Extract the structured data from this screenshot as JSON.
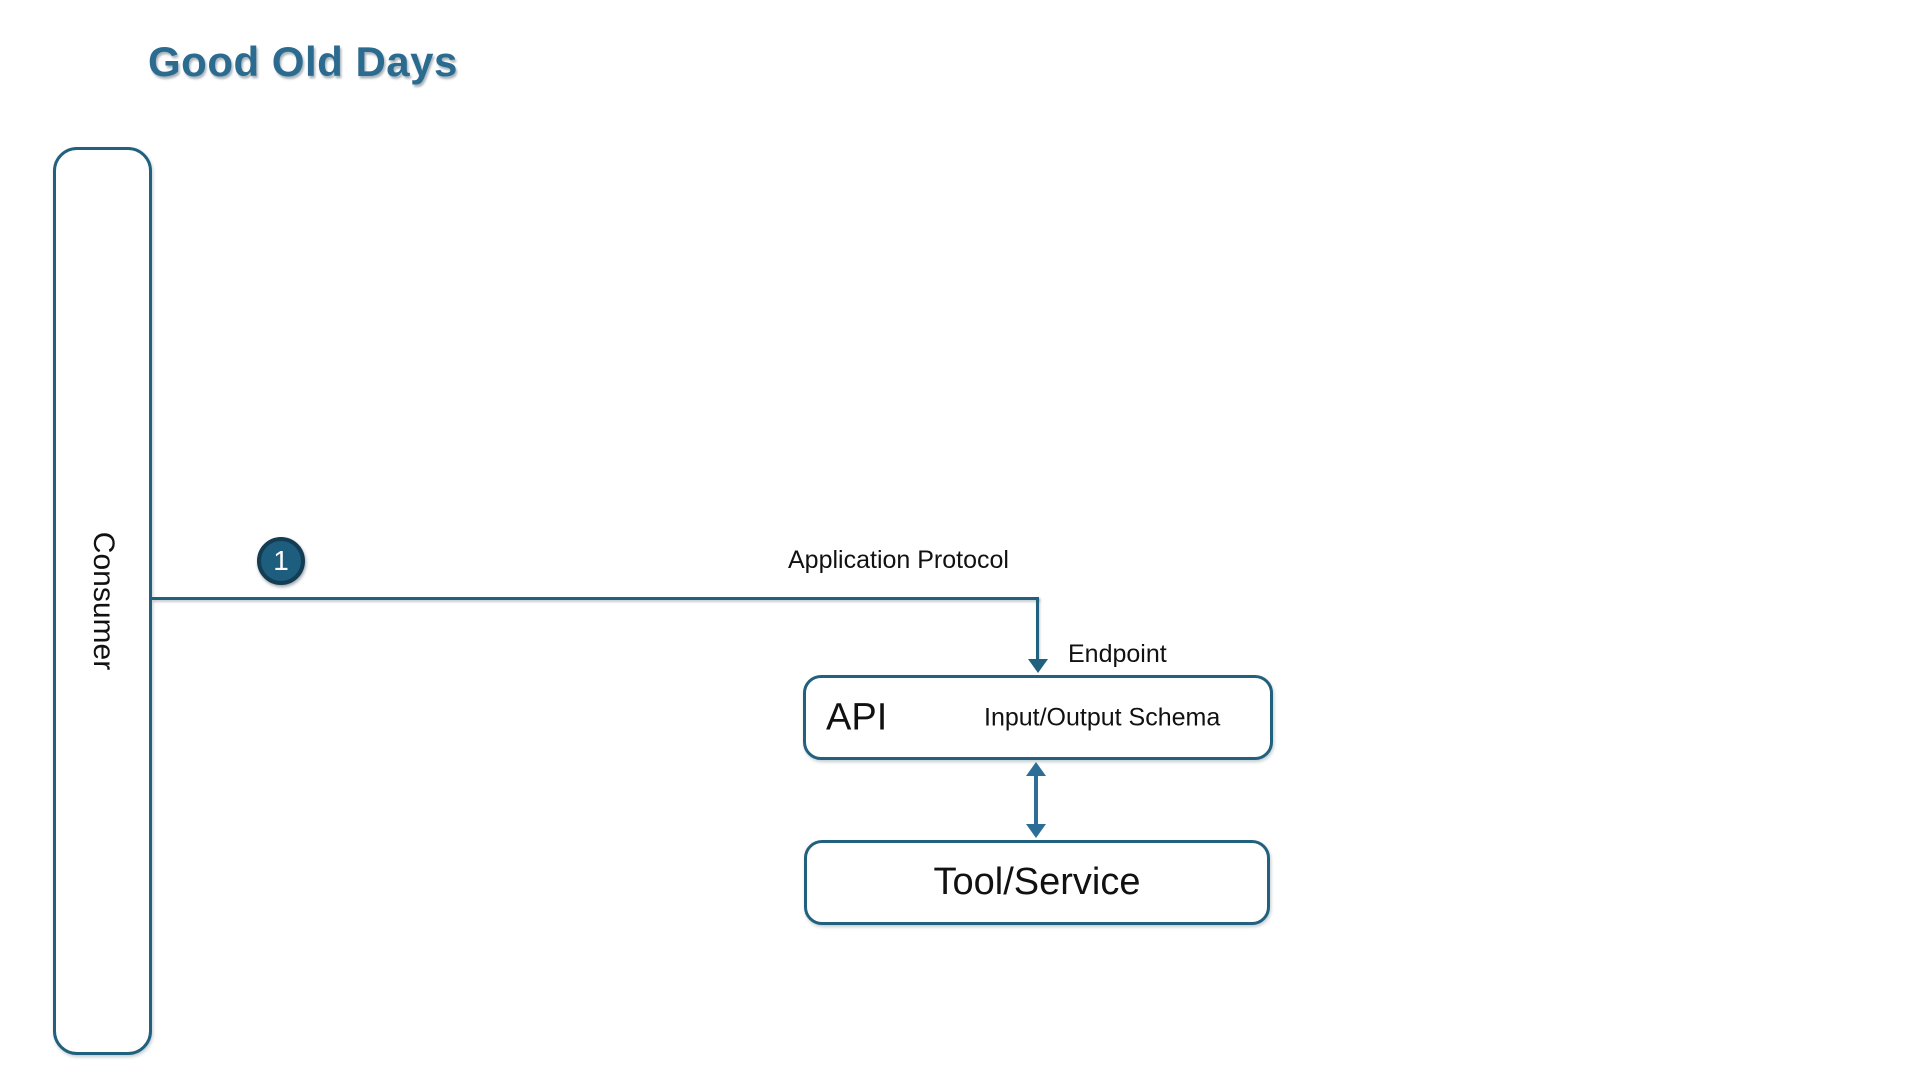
{
  "title": "Good Old Days",
  "colors": {
    "accent": "#21617e",
    "accent-light": "#2d6e96",
    "title-color": "#2a6b8f",
    "badge-fill": "#1d5d7e",
    "badge-rim": "#143c52",
    "ink": "#111111"
  },
  "diagram": {
    "consumer": {
      "label": "Consumer"
    },
    "step_badge": "1",
    "labels": {
      "application_protocol": "Application Protocol",
      "endpoint": "Endpoint"
    },
    "api": {
      "title": "API",
      "schema": "Input/Output Schema"
    },
    "tool": {
      "label": "Tool/Service"
    }
  }
}
